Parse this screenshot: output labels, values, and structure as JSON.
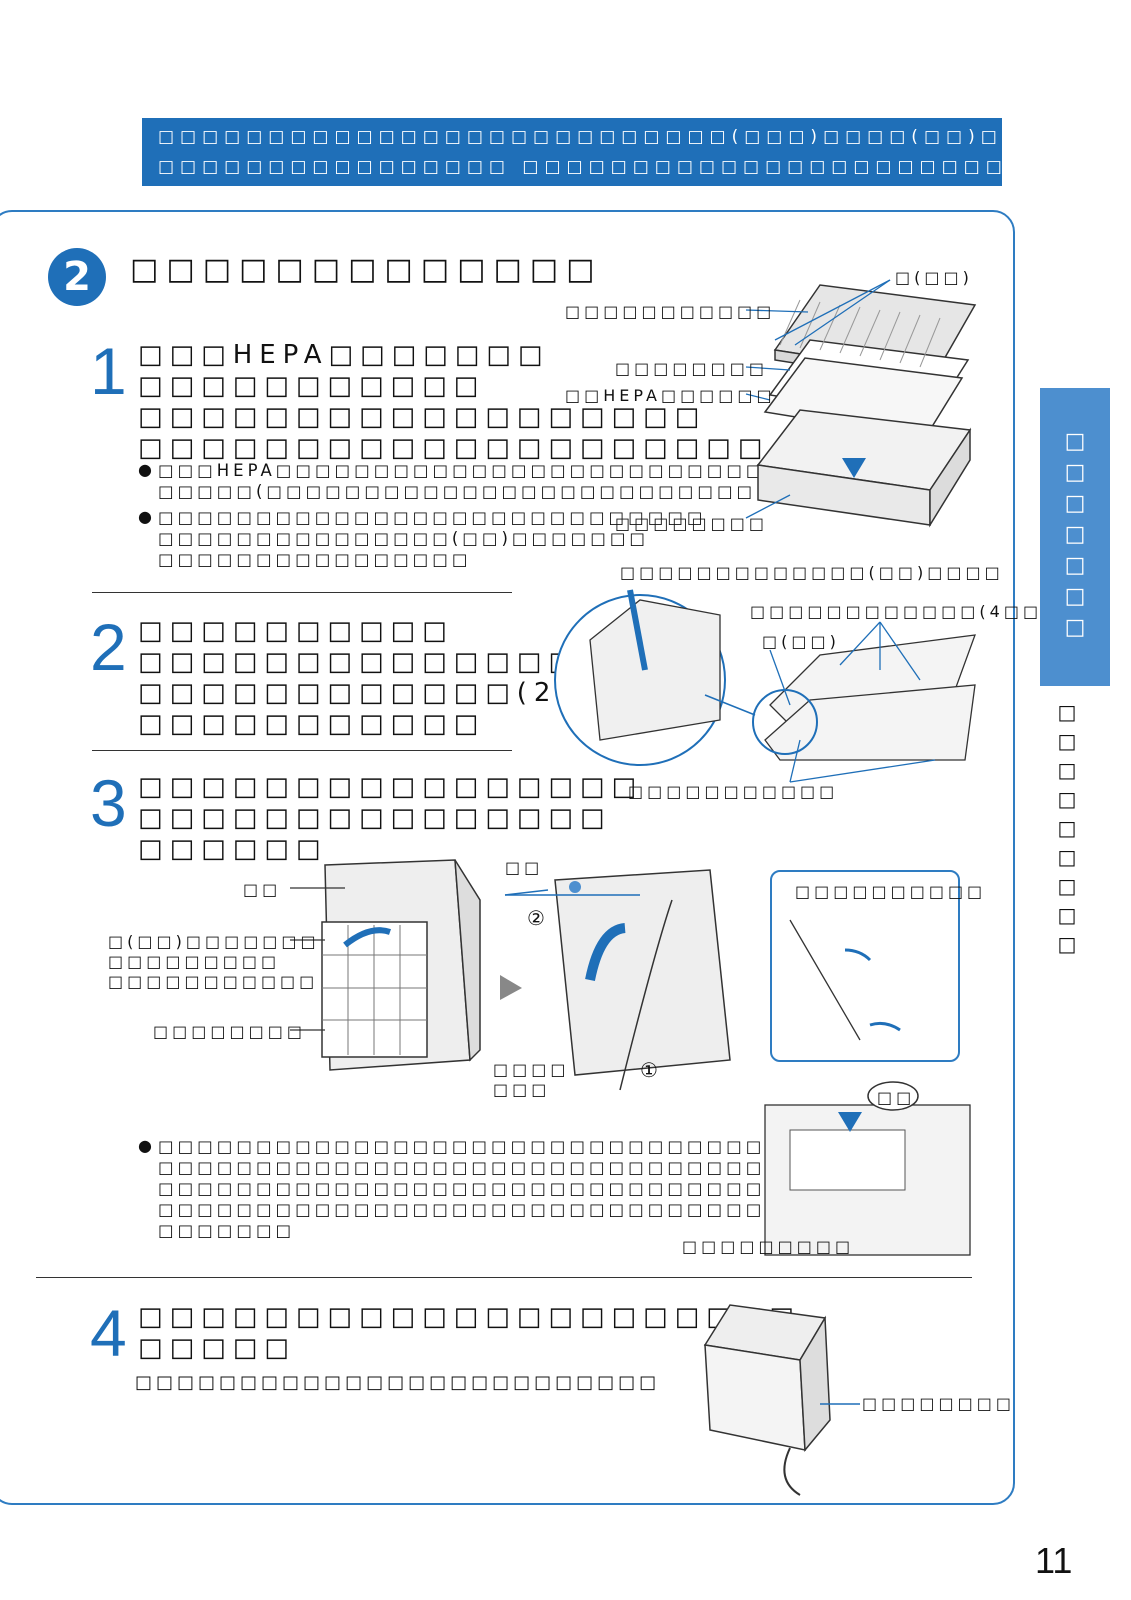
{
  "banner": {
    "line1": "□□□□□□□□□□□□□□□□□□□□□□□□□□(□□□)□□□□(□□)□□□□□□□□",
    "line2": "□□□□□□□□□□□□□□□□ □□□□□□□□□□□□□□□□□□□□□□□□"
  },
  "section": {
    "number": "2",
    "title": "□□□□□□□□□□□□□"
  },
  "steps": [
    {
      "number": "1",
      "text": "□□□HEPA□□□□□□□\n□□□□□□□□□□□\n□□□□□□□□□□□□□□□□□□\n□□□□□□□□□□□□□□□□□□□□"
    },
    {
      "number": "2",
      "text": "□□□□□□□□□□\n□□□□□□□□□□□□□□\n□□□□□□□□□□□□(2□□)\n□□□□□□□□□□□"
    },
    {
      "number": "3",
      "text": "□□□□□□□□□□□□□□□□\n□□□□□□□□□□□□□□□\n□□□□□□"
    },
    {
      "number": "4",
      "text": "□□□□□□□□□□□□□□□□□□□□□\n□□□□□"
    }
  ],
  "step1_notes": [
    "□□□HEPA□□□□□□□□□□□□□□□□□□□□□□□□□□\n□□□□□(□□□□□□□□□□□□□□□□□□□□□□□□□)",
    "□□□□□□□□□□□□□□□□□□□□□□□□□□□□\n□□□□□□□□□□□□□□□(□□)□□□□□□□\n□□□□□□□□□□□□□□□□"
  ],
  "step3_note": "□□□□□□□□□□□□□□□□□□□□□□□□□□□□□□□□□□□\n□□□□□□□□□□□□□□□□□□□□□□□□□□□□□□□□□□□\n□□□□□□□□□□□□□□□□□□□□□□□□□□□□□□□□\n□□□□□□□□□□□□□□□□□□□□□□□□□□□□□□□□□□□\n□□□□□□□",
  "step4_note": "□□□□□□□□□□□□□□□□□□□□□□□□□",
  "fig1_labels": {
    "tab": "□(□□)",
    "a": "□□□□□□□□□□□",
    "b": "□□□□□□□□",
    "c": "□□HEPA□□□□□□",
    "d": "□□□□□□□□"
  },
  "fig2_labels": {
    "top": "□□□□□□□□□□□□□(□□)□□□□",
    "hooks": "□□□□□□□□□□□□(4□□)",
    "tab": "□(□□)",
    "bottom": "□□□□□□□□□□□"
  },
  "fig3_labels": {
    "top": "□□",
    "filter_note": "□(□□)□□□□□□□\n□□□□□□□□□\n□□□□□□□□□□□",
    "frame": "□□□□□□□□",
    "push": "□□",
    "circ1": "①",
    "circ2": "②",
    "panel": "□□□□\n□□□",
    "inset_title": "□□□□□□□□□□",
    "dust": "□□",
    "grille": "□□□□□□□□□"
  },
  "fig4_label": "□□□□□□□□",
  "side": {
    "tab": "□□□□□□□",
    "text": "□□□□□□□□□"
  },
  "page_number": "11"
}
